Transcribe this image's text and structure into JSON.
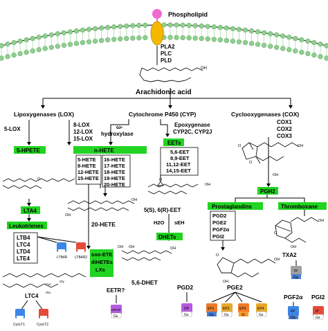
{
  "membrane": {
    "label": "Phospholipid",
    "enzymes": [
      "PLA2",
      "PLC",
      "PLD"
    ]
  },
  "arachidonic": {
    "label": "Arachidonic acid"
  },
  "lox": {
    "title": "Lipoxygenases (LOX)",
    "left": "5-LOX",
    "right_list": [
      "8-LOX",
      "12-LOX",
      "15-LOX"
    ],
    "hpete": "5-HPETE",
    "lta4": "LTA4",
    "leukotrienes": "Leukotrienes",
    "lt_list": [
      "LTB4",
      "LTC4",
      "LTD4",
      "LTE4"
    ],
    "ltc4": "LTC4"
  },
  "cyp": {
    "title": "Cytochrome P450 (CYP)",
    "hydroxylase": "ω-hydroxylase",
    "hydroxylase_lines": [
      "ω-",
      "hydroxylase"
    ],
    "epoxygenase": [
      "Epoxygenase",
      "CYP2C, CYP2J"
    ],
    "nhete": "n-HETE",
    "hete_left": [
      "5-HETE",
      "8-HETE",
      "12-HETE",
      "15-HETE"
    ],
    "hete_right": [
      "16-HETE",
      "17-HETE",
      "18-HETE",
      "19-HETE",
      "20-HETE"
    ],
    "hete20": "20-HETE",
    "oxo": [
      "oxo-ETE",
      "diHETEs",
      "LXs"
    ],
    "eets": "EETs",
    "eet_list": [
      "5,6-EET",
      "8,9-EET",
      "11,12-EET",
      "14,15-EET"
    ],
    "eet56": "5(S), 6(R)-EET",
    "h2o": "H2O",
    "seh": "sEH",
    "dhets": "DHETs",
    "dhet": "5,6-DHET",
    "eetr": "EETR?"
  },
  "cox": {
    "title": "Cyclooxygenases (COX)",
    "list": [
      "COX1",
      "COX2",
      "COX3"
    ],
    "pgh2": "PGH2",
    "prostaglandins": "Prostaglandins",
    "thromboxane": "Thromboxane",
    "pg_list": [
      "PGD2",
      "PGE2",
      "PGF2α",
      "PGI2"
    ],
    "txa2": "TXA2",
    "pgd2": "PGD2",
    "pge2": "PGE2",
    "pgf2a": "PGF2α",
    "pgi2": "PGI2"
  },
  "receptors": {
    "ltb4r": "LTB4R",
    "ltb4r2": "LTB4R2",
    "cyslt1": "CysLT1",
    "cyslt2": "CysLT2",
    "gpcr": "GPCR",
    "gpcr_g": "Gs",
    "dp": "DP",
    "dp_g": "Gs",
    "ep1": "EP1",
    "ep1_g": "Gq",
    "ep2": "EP2",
    "ep2_g": "Gs",
    "ep3": "EP3",
    "ep3_g": "Gi",
    "ep4": "EP4",
    "ep4_g": "Gs",
    "tp": "TP",
    "tp_g": "Gq",
    "fp": "FP",
    "fp_g": "Gq",
    "ip": "IP",
    "ip_g": "Gs"
  },
  "chem": {
    "oh": "OH",
    "o": "O",
    "cys": "Cys",
    "gly": "Gly",
    "glu": "Glu"
  },
  "colors": {
    "green": "#22d422",
    "membrane_bead": "#8fcf8f",
    "membrane_tail": "#aadaaa",
    "phospholipid_head": "#f06ad0",
    "channel": "#f5b800",
    "gs_bar": "#ffffff",
    "gq_bar": "#4b7fd6",
    "gi_bar": "#ff9a2a",
    "r_blue": "#3b86e6",
    "r_red": "#e44b3a",
    "r_purple": "#b55be0",
    "r_gold": "#e8a92a",
    "r_orange": "#ef7b2a",
    "r_gray": "#a0a0a0"
  }
}
